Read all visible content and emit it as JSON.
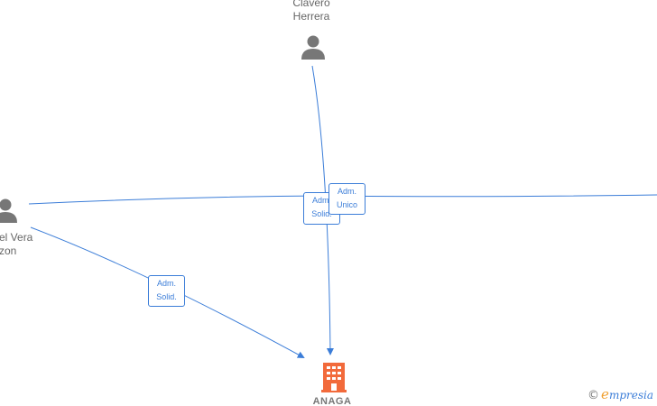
{
  "nodes": {
    "person_top": {
      "line1": "Clavero",
      "line2": "Herrera"
    },
    "person_left": {
      "line1": "el Vera",
      "line2": "zon"
    },
    "company": {
      "name": "ANAGA"
    }
  },
  "edges": {
    "left_to_company": {
      "line1": "Adm.",
      "line2": "Solid."
    },
    "top_to_company": {
      "line1": "Adm.",
      "line2": "Solid."
    },
    "right_to_company": {
      "line1": "Adm.",
      "line2": "Unico"
    }
  },
  "watermark": {
    "copyright": "©",
    "brand_initial": "e",
    "brand_rest": "mpresia"
  },
  "colors": {
    "edge": "#3b7dd8",
    "person_icon": "#777777",
    "company_icon": "#f26a3b"
  }
}
